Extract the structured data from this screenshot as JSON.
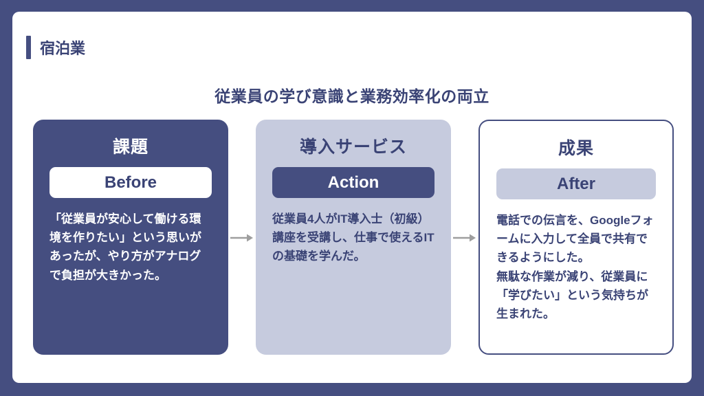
{
  "colors": {
    "navy": "#454E80",
    "navy_text": "#3A4375",
    "lavender": "#C6CBDE",
    "arrow": "#9E9E9E",
    "white": "#FFFFFF"
  },
  "header": {
    "category_label": "宿泊業"
  },
  "title": "従業員の学び意識と業務効率化の両立",
  "cards": [
    {
      "heading": "課題",
      "badge": "Before",
      "body": "「従業員が安心して働ける環境を作りたい」という思いがあったが、やり方がアナログで負担が大きかった。"
    },
    {
      "heading": "導入サービス",
      "badge": "Action",
      "body": "従業員4人がIT導入士（初級）講座を受講し、仕事で使えるITの基礎を学んだ。"
    },
    {
      "heading": "成果",
      "badge": "After",
      "body": "電話での伝言を、Googleフォームに入力して全員で共有できるようにした。\n無駄な作業が減り、従業員に「学びたい」という気持ちが生まれた。"
    }
  ]
}
